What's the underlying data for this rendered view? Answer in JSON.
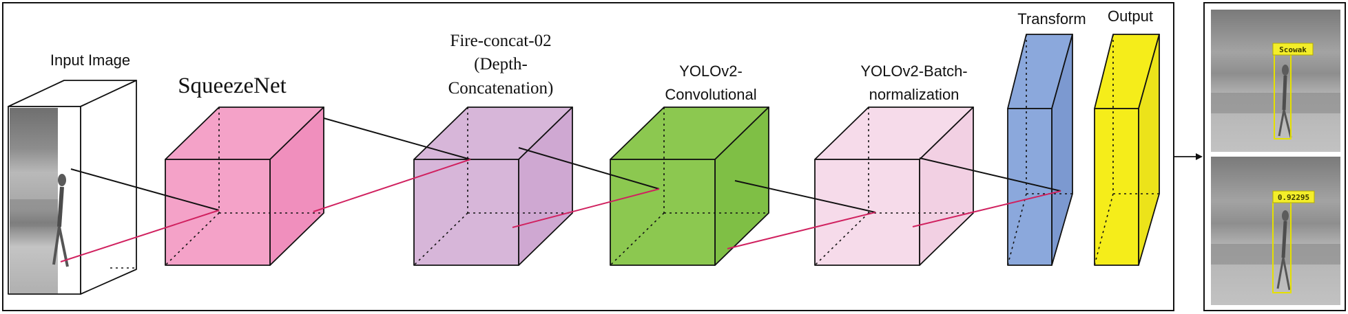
{
  "labels": {
    "input_image": "Input Image",
    "squeezenet": "SqueezeNet",
    "fire_concat_line1": "Fire-concat-02",
    "fire_concat_line2": "(Depth-",
    "fire_concat_line3": "Concatenation)",
    "yolo_conv_line1": "YOLOv2-",
    "yolo_conv_line2": "Convolutional",
    "yolo_bn_line1": "YOLOv2-Batch-",
    "yolo_bn_line2": "normalization",
    "transform": "Transform",
    "output": "Output"
  },
  "detections": {
    "top_score": "Scowak",
    "bottom_score": "0.92295"
  },
  "colors": {
    "squeezenet": "#f4a2c8",
    "squeezenet_side": "#f08fbd",
    "fire_concat": "#d7b6d9",
    "fire_concat_side": "#cfa8d2",
    "yolo_conv": "#8cc850",
    "yolo_conv_side": "#7fbf45",
    "yolo_bn": "#f6dbea",
    "yolo_bn_side": "#f2d0e3",
    "transform": "#8ba8dc",
    "transform_side": "#7c99d0",
    "output": "#f5ed1a",
    "output_side": "#ece31a",
    "connector_red": "#d0215f"
  }
}
